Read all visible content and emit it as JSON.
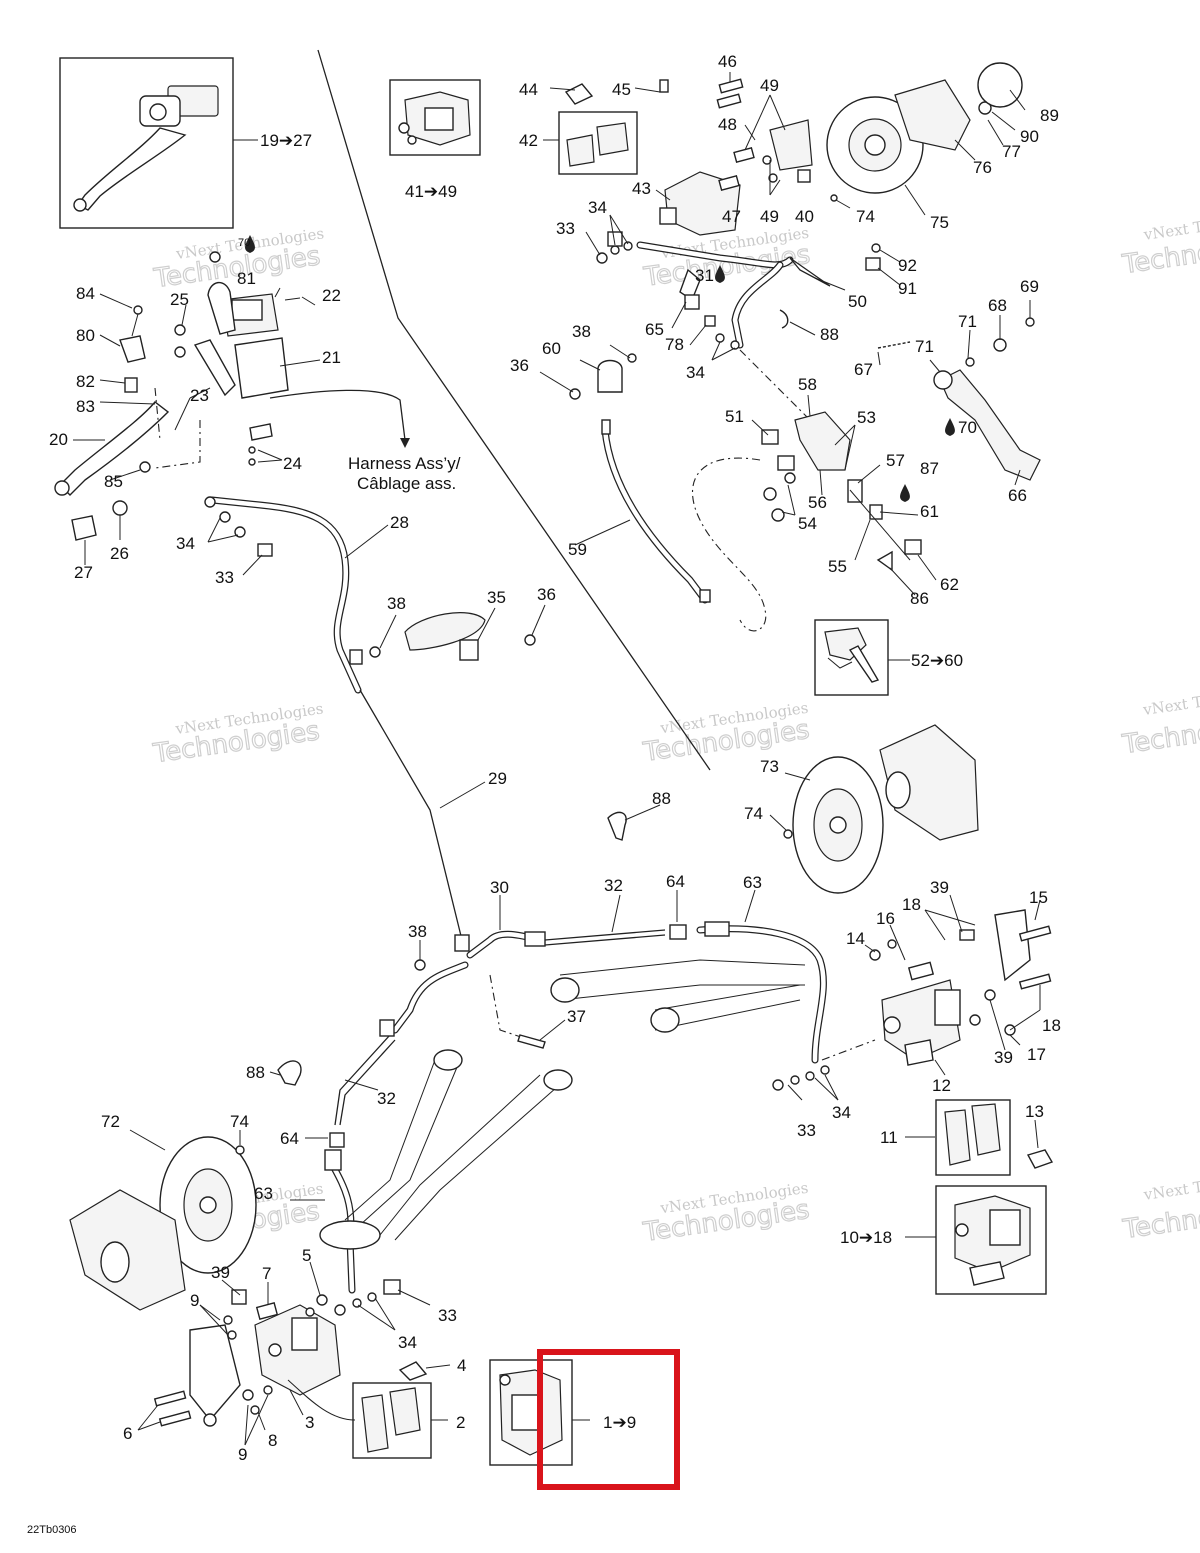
{
  "diagram_code": "22Tb0306",
  "harness_label": [
    "Harness Ass’y/",
    "Câblage ass."
  ],
  "watermark": {
    "line1": "vNext Technologies",
    "line2": "Technologies"
  },
  "highlight_color": "#d9141b",
  "callouts": [
    {
      "id": "c19",
      "text": "19➔27"
    },
    {
      "id": "c41",
      "text": "41➔49"
    },
    {
      "id": "c44",
      "text": "44"
    },
    {
      "id": "c45",
      "text": "45"
    },
    {
      "id": "c46",
      "text": "46"
    },
    {
      "id": "c49a",
      "text": "49"
    },
    {
      "id": "c48",
      "text": "48"
    },
    {
      "id": "c42",
      "text": "42"
    },
    {
      "id": "c43",
      "text": "43"
    },
    {
      "id": "c47",
      "text": "47"
    },
    {
      "id": "c49b",
      "text": "49"
    },
    {
      "id": "c40",
      "text": "40"
    },
    {
      "id": "c89",
      "text": "89"
    },
    {
      "id": "c90",
      "text": "90"
    },
    {
      "id": "c77",
      "text": "77"
    },
    {
      "id": "c76",
      "text": "76"
    },
    {
      "id": "c74a",
      "text": "74"
    },
    {
      "id": "c75",
      "text": "75"
    },
    {
      "id": "c70a",
      "text": "70"
    },
    {
      "id": "c34a",
      "text": "34"
    },
    {
      "id": "c33a",
      "text": "33"
    },
    {
      "id": "c92",
      "text": "92"
    },
    {
      "id": "c91",
      "text": "91"
    },
    {
      "id": "c31",
      "text": "31"
    },
    {
      "id": "c50",
      "text": "50"
    },
    {
      "id": "c81",
      "text": "81"
    },
    {
      "id": "c22",
      "text": "22"
    },
    {
      "id": "c84",
      "text": "84"
    },
    {
      "id": "c25",
      "text": "25"
    },
    {
      "id": "c80",
      "text": "80"
    },
    {
      "id": "c21",
      "text": "21"
    },
    {
      "id": "c82",
      "text": "82"
    },
    {
      "id": "c83",
      "text": "83"
    },
    {
      "id": "c23",
      "text": "23"
    },
    {
      "id": "c20",
      "text": "20"
    },
    {
      "id": "c24",
      "text": "24"
    },
    {
      "id": "c85",
      "text": "85"
    },
    {
      "id": "c26",
      "text": "26"
    },
    {
      "id": "c27",
      "text": "27"
    },
    {
      "id": "c65",
      "text": "65"
    },
    {
      "id": "c78",
      "text": "78"
    },
    {
      "id": "c88a",
      "text": "88"
    },
    {
      "id": "c34b",
      "text": "34"
    },
    {
      "id": "c38a",
      "text": "38"
    },
    {
      "id": "c60",
      "text": "60"
    },
    {
      "id": "c36a",
      "text": "36"
    },
    {
      "id": "c67",
      "text": "67"
    },
    {
      "id": "c71a",
      "text": "71"
    },
    {
      "id": "c68",
      "text": "68"
    },
    {
      "id": "c69",
      "text": "69"
    },
    {
      "id": "c71b",
      "text": "71"
    },
    {
      "id": "c70b",
      "text": "70"
    },
    {
      "id": "c58",
      "text": "58"
    },
    {
      "id": "c51",
      "text": "51"
    },
    {
      "id": "c53",
      "text": "53"
    },
    {
      "id": "c57",
      "text": "57"
    },
    {
      "id": "c87",
      "text": "87"
    },
    {
      "id": "c56",
      "text": "56"
    },
    {
      "id": "c54",
      "text": "54"
    },
    {
      "id": "c61",
      "text": "61"
    },
    {
      "id": "c55",
      "text": "55"
    },
    {
      "id": "c62",
      "text": "62"
    },
    {
      "id": "c86",
      "text": "86"
    },
    {
      "id": "c66",
      "text": "66"
    },
    {
      "id": "c34c",
      "text": "34"
    },
    {
      "id": "c33b",
      "text": "33"
    },
    {
      "id": "c28",
      "text": "28"
    },
    {
      "id": "c59",
      "text": "59"
    },
    {
      "id": "c38b",
      "text": "38"
    },
    {
      "id": "c35",
      "text": "35"
    },
    {
      "id": "c36b",
      "text": "36"
    },
    {
      "id": "c52",
      "text": "52➔60"
    },
    {
      "id": "c29",
      "text": "29"
    },
    {
      "id": "c73",
      "text": "73"
    },
    {
      "id": "c88b",
      "text": "88"
    },
    {
      "id": "c74b",
      "text": "74"
    },
    {
      "id": "c30",
      "text": "30"
    },
    {
      "id": "c32a",
      "text": "32"
    },
    {
      "id": "c64a",
      "text": "64"
    },
    {
      "id": "c63a",
      "text": "63"
    },
    {
      "id": "c39a",
      "text": "39"
    },
    {
      "id": "c15",
      "text": "15"
    },
    {
      "id": "c18a",
      "text": "18"
    },
    {
      "id": "c16",
      "text": "16"
    },
    {
      "id": "c14",
      "text": "14"
    },
    {
      "id": "c38c",
      "text": "38"
    },
    {
      "id": "c37",
      "text": "37"
    },
    {
      "id": "c18b",
      "text": "18"
    },
    {
      "id": "c39b",
      "text": "39"
    },
    {
      "id": "c17",
      "text": "17"
    },
    {
      "id": "c12",
      "text": "12"
    },
    {
      "id": "c88c",
      "text": "88"
    },
    {
      "id": "c32b",
      "text": "32"
    },
    {
      "id": "c33c",
      "text": "33"
    },
    {
      "id": "c34d",
      "text": "34"
    },
    {
      "id": "c11",
      "text": "11"
    },
    {
      "id": "c13",
      "text": "13"
    },
    {
      "id": "c72",
      "text": "72"
    },
    {
      "id": "c74c",
      "text": "74"
    },
    {
      "id": "c64b",
      "text": "64"
    },
    {
      "id": "c63b",
      "text": "63"
    },
    {
      "id": "c10",
      "text": "10➔18"
    },
    {
      "id": "c5",
      "text": "5"
    },
    {
      "id": "c39c",
      "text": "39"
    },
    {
      "id": "c7",
      "text": "7"
    },
    {
      "id": "c33d",
      "text": "33"
    },
    {
      "id": "c9a",
      "text": "9"
    },
    {
      "id": "c34e",
      "text": "34"
    },
    {
      "id": "c4",
      "text": "4"
    },
    {
      "id": "c6",
      "text": "6"
    },
    {
      "id": "c8",
      "text": "8"
    },
    {
      "id": "c3",
      "text": "3"
    },
    {
      "id": "c2",
      "text": "2"
    },
    {
      "id": "c9b",
      "text": "9"
    },
    {
      "id": "c1",
      "text": "1➔9"
    }
  ]
}
